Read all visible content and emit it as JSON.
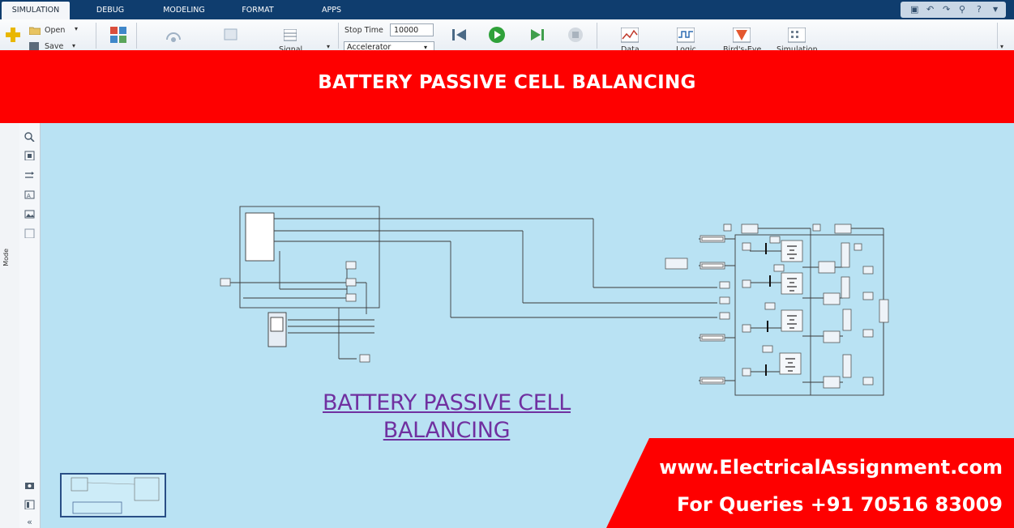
{
  "tabs": [
    {
      "label": "SIMULATION",
      "active": true
    },
    {
      "label": "DEBUG",
      "active": false
    },
    {
      "label": "MODELING",
      "active": false
    },
    {
      "label": "FORMAT",
      "active": false
    },
    {
      "label": "APPS",
      "active": false
    }
  ],
  "toolstrip": {
    "open_label": "Open",
    "save_label": "Save",
    "signal_label": "Signal",
    "stop_time_label": "Stop Time",
    "stop_time_value": "10000",
    "solver_mode": "Accelerator",
    "data_label": "Data",
    "logic_label": "Logic",
    "birds_eye_label": "Bird's-Eye",
    "simulation_label": "Simulation"
  },
  "banner": {
    "title": "BATTERY PASSIVE CELL BALANCING"
  },
  "sidebar": {
    "model_browser_label": "Mode"
  },
  "canvas": {
    "annotation_title": "BATTERY PASSIVE CELL BALANCING"
  },
  "promo": {
    "website": "www.ElectricalAssignment.com",
    "queries": "For Queries +91 70516 83009"
  },
  "colors": {
    "tabbar": "#0f3d6e",
    "banner_red": "#fe0000",
    "canvas_bg": "#b9e2f3",
    "annotation_purple": "#7030a0"
  }
}
